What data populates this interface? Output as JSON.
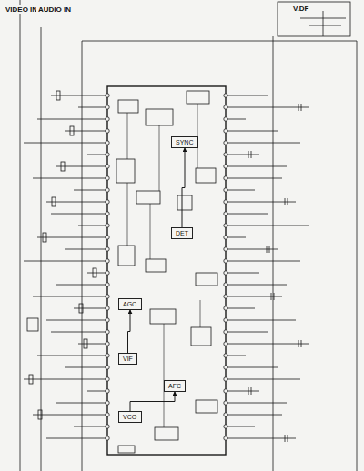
{
  "diagram": {
    "nodes": [
      {
        "text": [
          "VCO"
        ]
      },
      {
        "text": [
          "AFC"
        ]
      },
      {
        "text": [
          "AGC"
        ]
      },
      {
        "text": [
          "SYNC"
        ]
      },
      {
        "text": [
          "VIF"
        ]
      },
      {
        "text": [
          "DET"
        ]
      }
    ],
    "edges": [
      {
        "from": 4,
        "to": 2,
        "arrow": "to"
      },
      {
        "from": 0,
        "to": 1,
        "arrow": "to"
      },
      {
        "from": 5,
        "to": 3,
        "arrow": "to"
      }
    ],
    "labels": [
      "VIDEO IN",
      "AUDIO IN",
      "V.DF"
    ]
  }
}
